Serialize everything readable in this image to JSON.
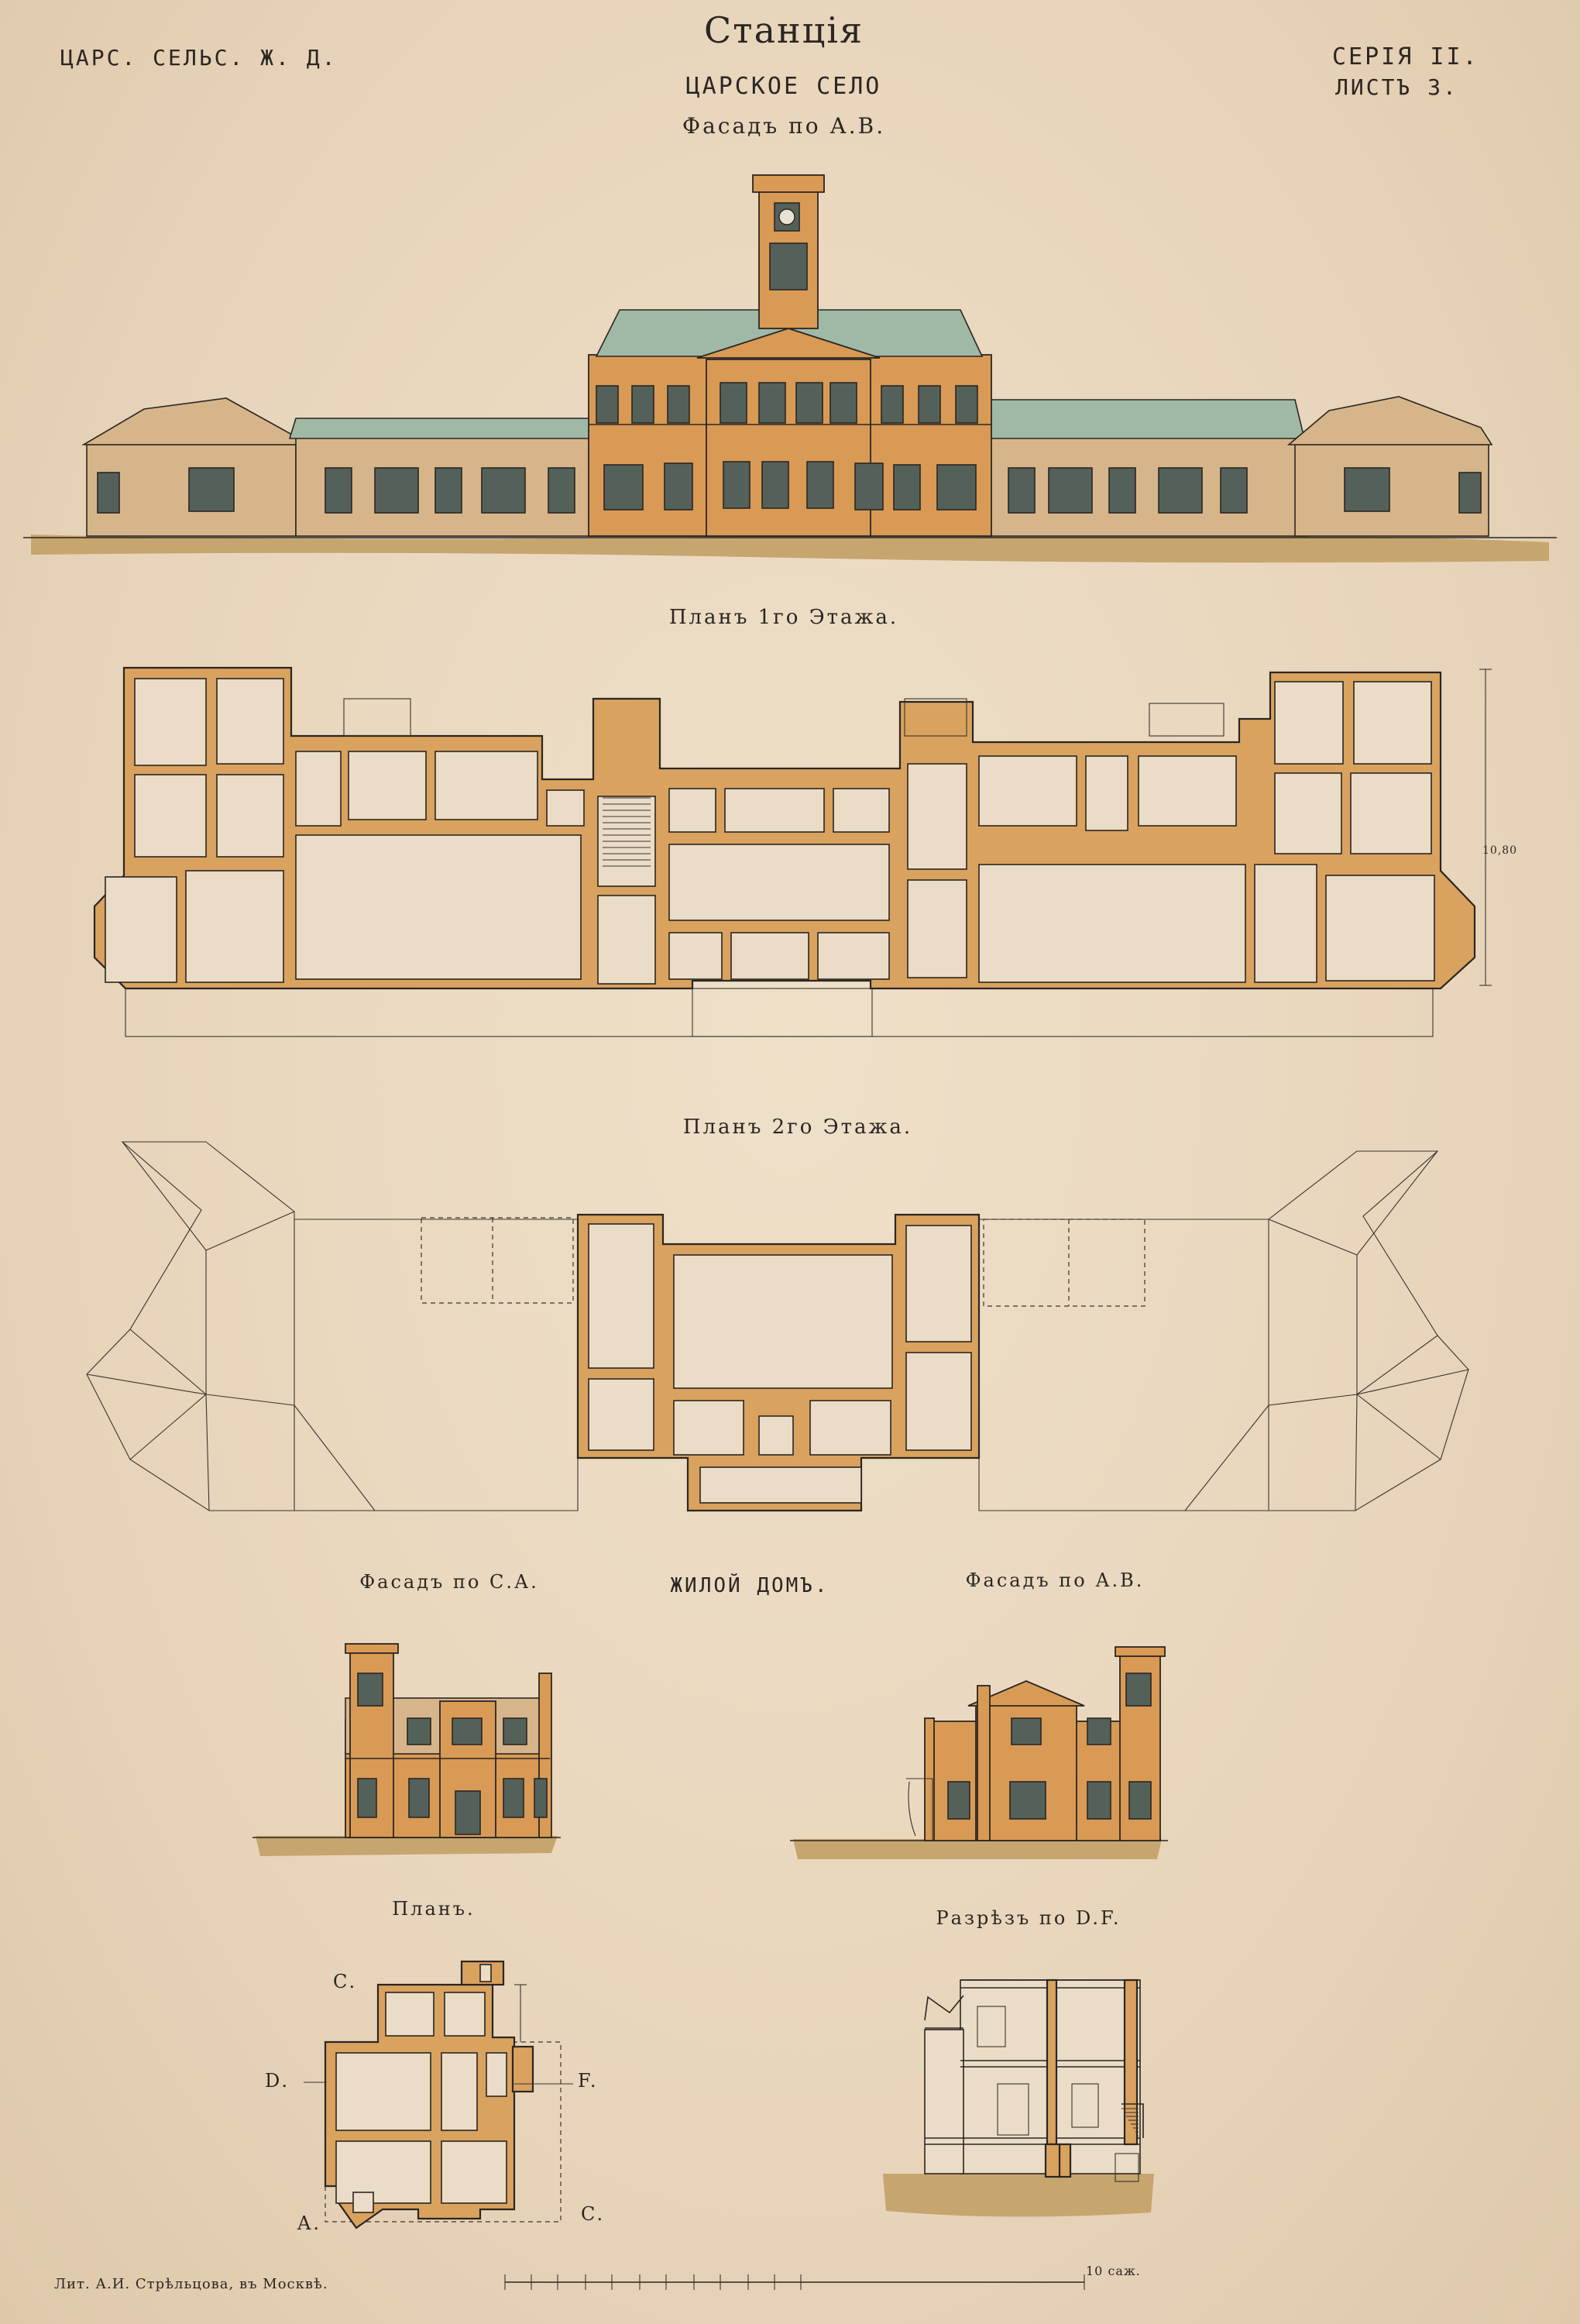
{
  "header": {
    "left": "ЦАРС. СЕЛЬС. Ж. Д.",
    "title": "Станція",
    "subtitle": "ЦАРСКОЕ СЕЛО",
    "facade_caption": "Фасадъ по А.В.",
    "series": "СЕРІЯ II.",
    "sheet": "ЛИСТЪ 3."
  },
  "sections": {
    "plan1": "Планъ 1го Этажа.",
    "plan2": "Планъ 2го Этажа.",
    "house_facade_ca": "Фасадъ по С.А.",
    "house_title": "ЖИЛОЙ ДОМЪ.",
    "house_facade_ab": "Фасадъ по А.В.",
    "house_plan": "Планъ.",
    "house_section": "Разрѣзъ по D.F."
  },
  "labels": {
    "dim_right": "10,80",
    "plan_c_top": "C.",
    "plan_d": "D.",
    "plan_f": "F.",
    "plan_a": "A.",
    "plan_c_bottom": "C."
  },
  "footer": {
    "imprint": "Лит. А.И. Стрѣльцова, въ Москвѣ.",
    "scale_label": "10 саж."
  },
  "colors": {
    "paper": "#ead8bf",
    "wall_fill": "#d9a25e",
    "roof": "#9fb9a6",
    "wood": "#d7b58b",
    "ink": "#2b2622"
  }
}
